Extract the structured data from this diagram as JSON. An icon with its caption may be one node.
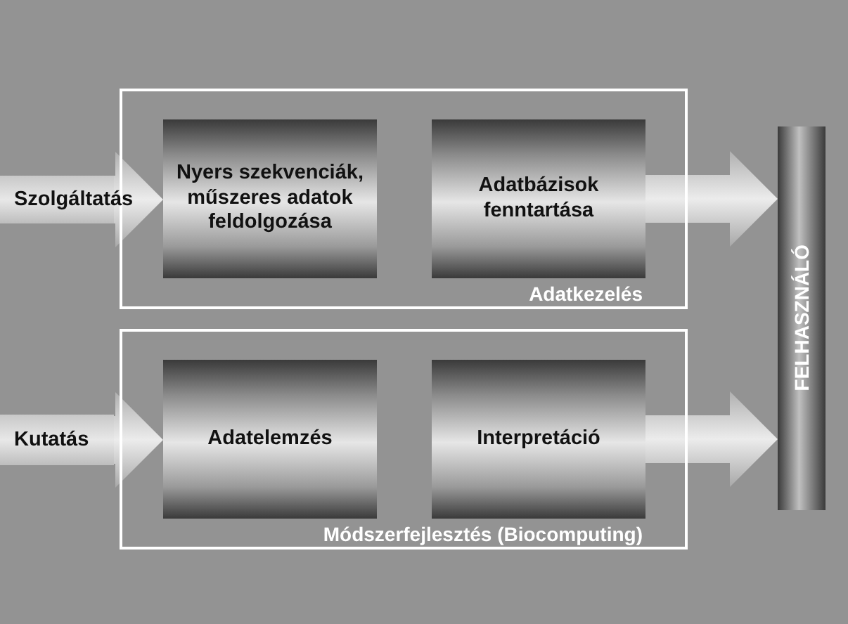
{
  "diagram": {
    "nodes": [
      {
        "text": [
          "Adatkezelés"
        ]
      },
      {
        "text": [
          "Nyers szekvenciák, műszeres adatok feldolgozása"
        ],
        "in": 0
      },
      {
        "text": [
          "Adatbázisok fenntartása"
        ],
        "in": 0
      },
      {
        "text": [
          "Módszerfejlesztés (Biocomputing)"
        ]
      },
      {
        "text": [
          "Adatelemzés"
        ],
        "in": 3
      },
      {
        "text": [
          "Interpretáció"
        ],
        "in": 3
      },
      {
        "text": [
          "FELHASZNÁLÓ"
        ]
      },
      {
        "text": [
          "Szolgáltatás"
        ]
      },
      {
        "text": [
          "Kutatás"
        ]
      }
    ],
    "edges": [
      {
        "from": 7,
        "to": 1,
        "arrow": "to"
      },
      {
        "from": 2,
        "to": 6,
        "arrow": "to"
      },
      {
        "from": 8,
        "to": 4,
        "arrow": "to"
      },
      {
        "from": 5,
        "to": 6,
        "arrow": "to"
      }
    ]
  }
}
